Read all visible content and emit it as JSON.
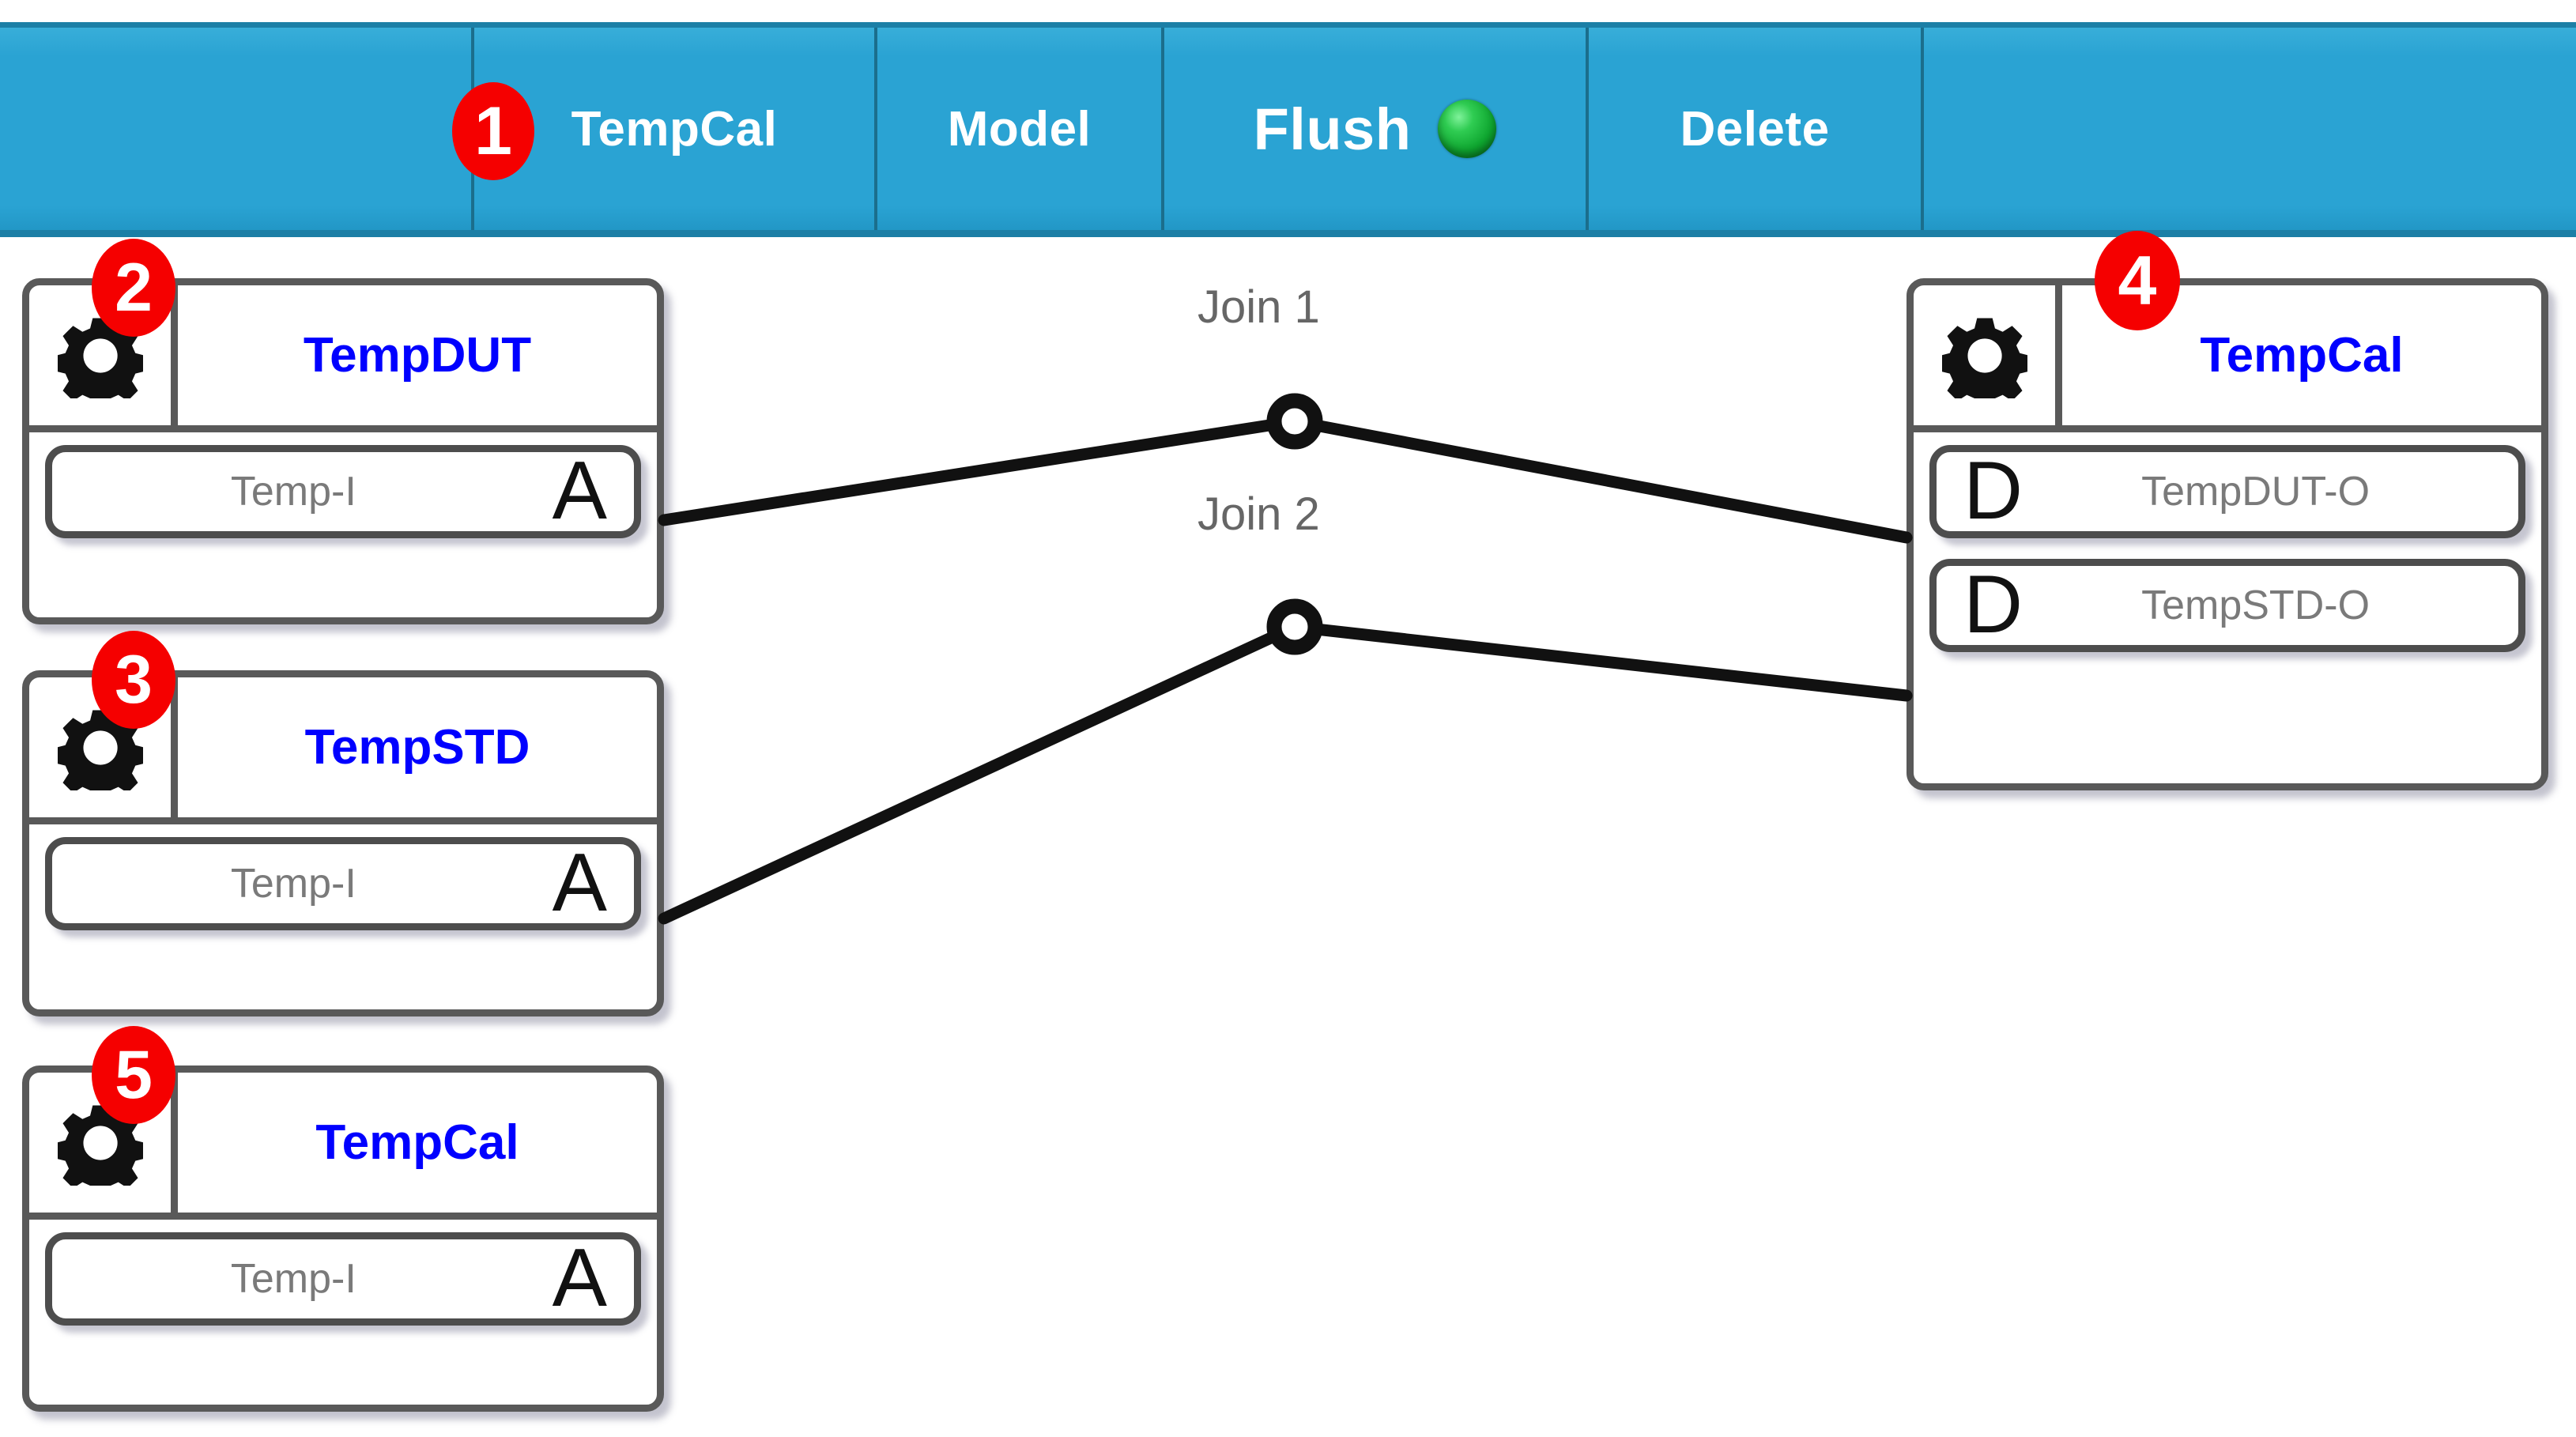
{
  "colors": {
    "toolbar_bg": "#2aa3d3",
    "toolbar_border": "#1c7fa6",
    "badge_red": "#f50000",
    "node_title_blue": "#0000ff",
    "node_border_gray": "#595959",
    "port_label_gray": "#7a7a7a",
    "led_green": "#0ea52f",
    "wire_black": "#111111",
    "join_label_gray": "#666666"
  },
  "toolbar": {
    "items": [
      {
        "label": "",
        "name": "toolbar-spacer-left"
      },
      {
        "label": "TempCal",
        "name": "toolbar-item-tempcal"
      },
      {
        "label": "Model",
        "name": "toolbar-item-model"
      },
      {
        "label": "Flush",
        "name": "toolbar-item-flush",
        "indicator": "green-led"
      },
      {
        "label": "Delete",
        "name": "toolbar-item-delete"
      },
      {
        "label": "",
        "name": "toolbar-spacer-right"
      }
    ]
  },
  "badges": [
    {
      "number": "1"
    },
    {
      "number": "2"
    },
    {
      "number": "3"
    },
    {
      "number": "4"
    },
    {
      "number": "5"
    }
  ],
  "nodes": [
    {
      "title": "TempDUT",
      "icon": "gear-icon",
      "ports": [
        {
          "label": "Temp-I",
          "glyph": "A",
          "kind": "analog"
        }
      ]
    },
    {
      "title": "TempSTD",
      "icon": "gear-icon",
      "ports": [
        {
          "label": "Temp-I",
          "glyph": "A",
          "kind": "analog"
        }
      ]
    },
    {
      "title": "TempCal",
      "icon": "gear-icon",
      "ports": [
        {
          "label": "Temp-I",
          "glyph": "A",
          "kind": "analog"
        }
      ]
    },
    {
      "title": "TempCal",
      "icon": "gear-icon",
      "ports": [
        {
          "label": "TempDUT-O",
          "glyph": "D",
          "kind": "digital"
        },
        {
          "label": "TempSTD-O",
          "glyph": "D",
          "kind": "digital"
        }
      ]
    }
  ],
  "joins": [
    {
      "label": "Join 1"
    },
    {
      "label": "Join 2"
    }
  ]
}
